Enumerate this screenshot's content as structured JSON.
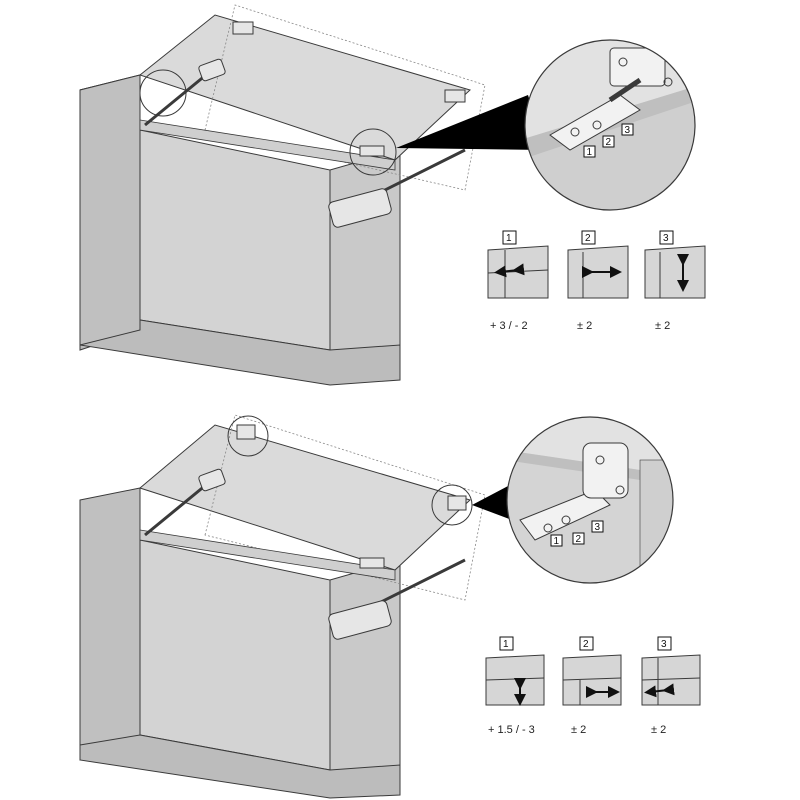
{
  "colors": {
    "panel_light": "#d9d9d9",
    "panel_mid": "#c8c8c8",
    "panel_dark": "#b3b3b3",
    "outline": "#3a3a3a",
    "hardware": "#e6e6e6"
  },
  "top": {
    "callout_markers": [
      "1",
      "2",
      "3"
    ],
    "adjust_boxes": [
      {
        "marker": "1",
        "tolerance": "+ 3 / - 2",
        "arrow": "horizontal-offset"
      },
      {
        "marker": "2",
        "tolerance": "± 2",
        "arrow": "horizontal"
      },
      {
        "marker": "3",
        "tolerance": "± 2",
        "arrow": "vertical"
      }
    ]
  },
  "bottom": {
    "callout_markers": [
      "1",
      "2",
      "3"
    ],
    "adjust_boxes": [
      {
        "marker": "1",
        "tolerance": "+ 1.5 / - 3",
        "arrow": "vertical"
      },
      {
        "marker": "2",
        "tolerance": "± 2",
        "arrow": "horizontal"
      },
      {
        "marker": "3",
        "tolerance": "± 2",
        "arrow": "horizontal-offset"
      }
    ]
  }
}
